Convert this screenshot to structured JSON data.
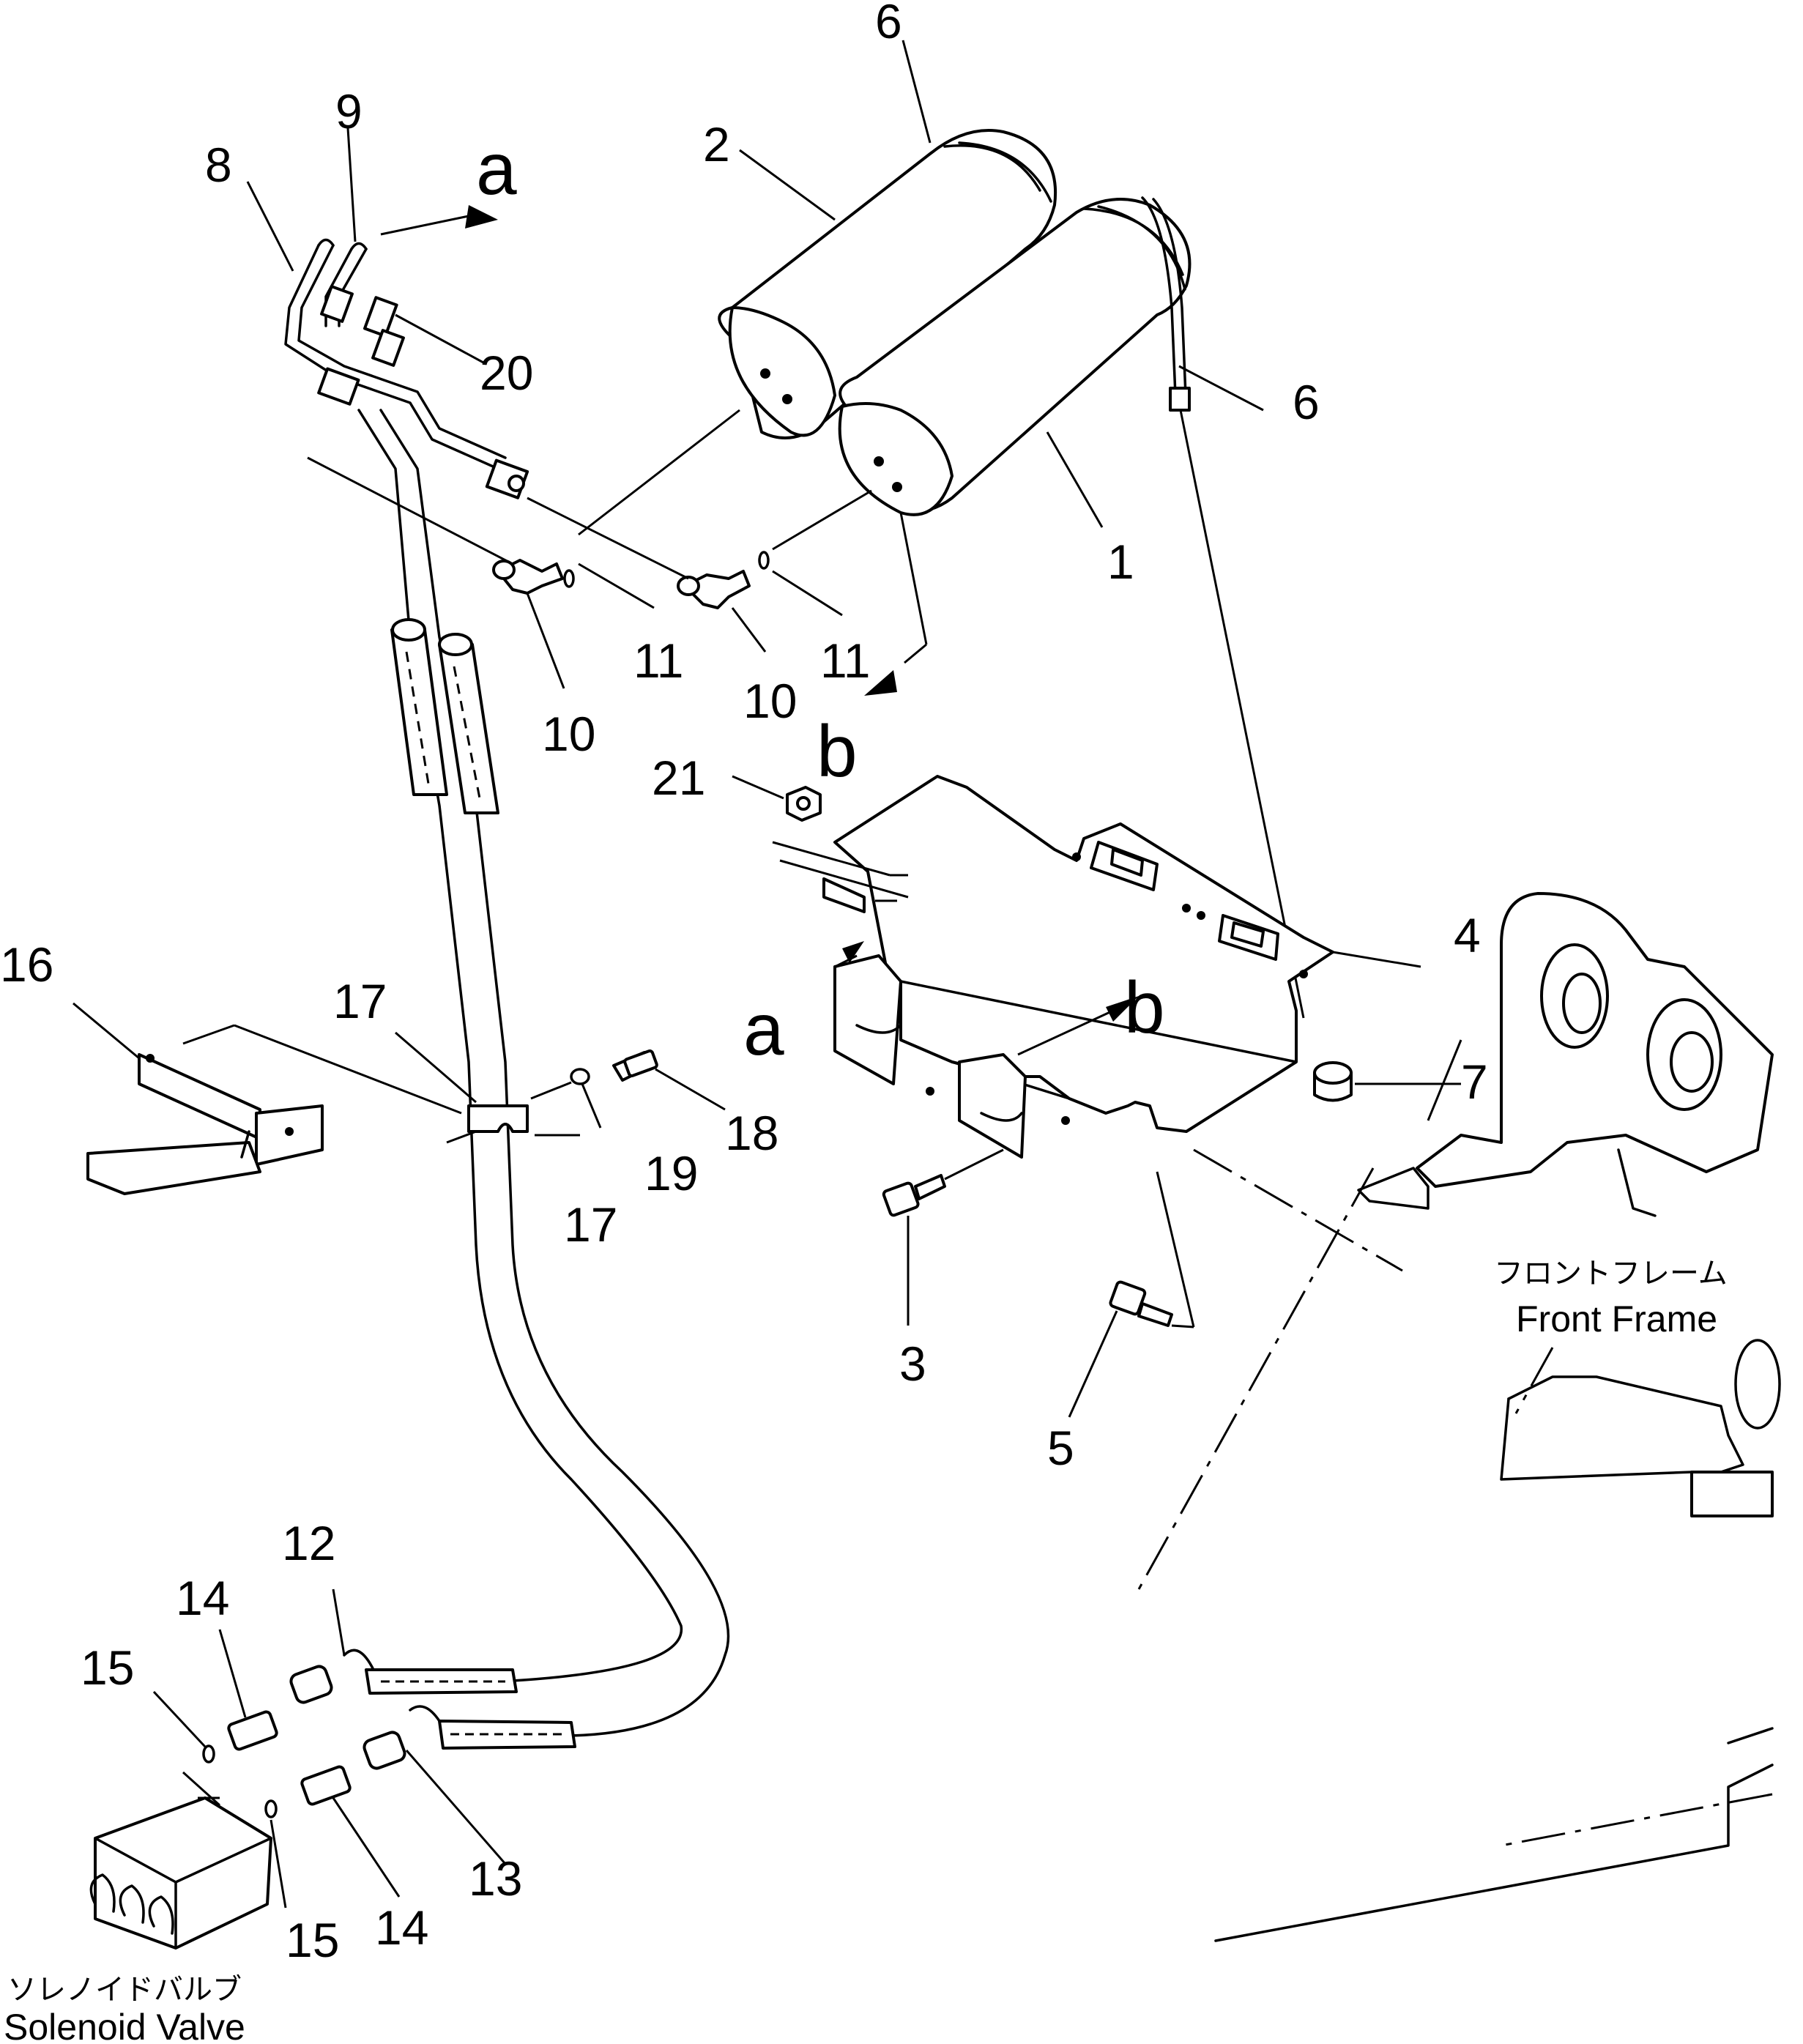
{
  "diagram": {
    "part_numbers": [
      "1",
      "2",
      "3",
      "4",
      "5",
      "6",
      "6",
      "7",
      "8",
      "9",
      "10",
      "10",
      "11",
      "11",
      "12",
      "13",
      "14",
      "14",
      "15",
      "15",
      "16",
      "17",
      "17",
      "18",
      "19",
      "20",
      "21"
    ],
    "connection_marks": [
      "a",
      "a",
      "b",
      "b"
    ],
    "captions": {
      "front_frame_ja": "フロントフレーム",
      "front_frame_en": "Front Frame",
      "solenoid_valve_ja": "ソレノイドバルブ",
      "solenoid_valve_en": "Solenoid Valve"
    }
  }
}
